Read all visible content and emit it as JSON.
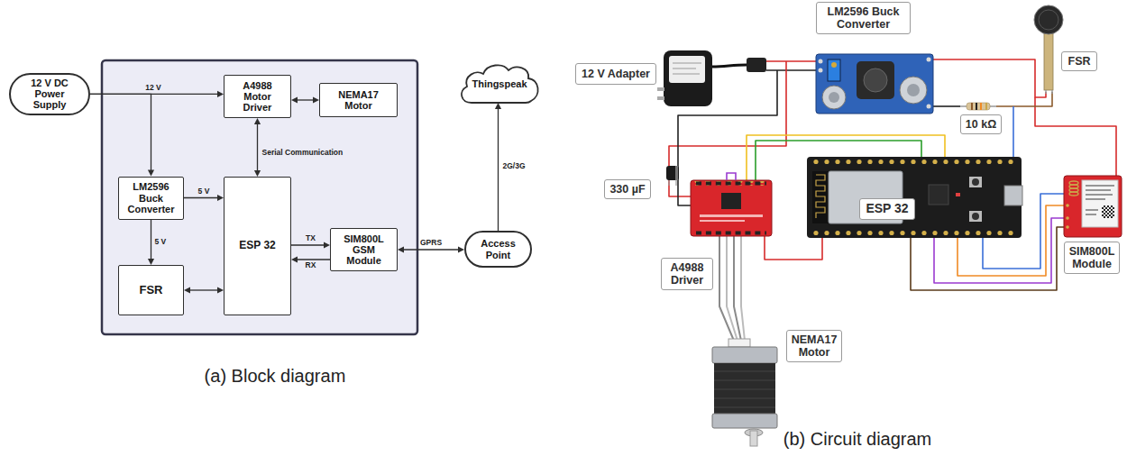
{
  "diagram": {
    "nodes": [
      {
        "text": [
          "12 V DC Power Supply"
        ]
      },
      {
        "text": [
          "A4988 Motor Driver"
        ]
      },
      {
        "text": [
          "NEMA17 Motor"
        ]
      },
      {
        "text": [
          "LM2596 Buck Converter"
        ]
      },
      {
        "text": [
          "ESP 32"
        ]
      },
      {
        "text": [
          "SIM800L GSM Module"
        ]
      },
      {
        "text": [
          "FSR"
        ]
      },
      {
        "text": [
          "Access Point"
        ]
      },
      {
        "text": [
          "Thingspeak"
        ]
      },
      {
        "text": [
          "12 V Adapter"
        ]
      },
      {
        "text": [
          "LM2596 Buck Converter"
        ]
      },
      {
        "text": [
          "FSR"
        ]
      },
      {
        "text": [
          "10 kΩ"
        ]
      },
      {
        "text": [
          "330 µF"
        ]
      },
      {
        "text": [
          "ESP 32"
        ]
      },
      {
        "text": [
          "A4988 Driver"
        ]
      },
      {
        "text": [
          "NEMA17 Motor"
        ]
      },
      {
        "text": [
          "SIM800L Module"
        ]
      }
    ],
    "edges": [
      {
        "from": 0,
        "to": 1,
        "arrow": "to",
        "label": "12 V"
      },
      {
        "from": 0,
        "to": 3,
        "arrow": "to"
      },
      {
        "from": 1,
        "to": 2,
        "arrow": "both"
      },
      {
        "from": 1,
        "to": 4,
        "arrow": "both",
        "label": "Serial Communication"
      },
      {
        "from": 3,
        "to": 4,
        "arrow": "to",
        "label": "5 V"
      },
      {
        "from": 3,
        "to": 6,
        "arrow": "to",
        "label": "5 V"
      },
      {
        "from": 6,
        "to": 4,
        "arrow": "both"
      },
      {
        "from": 4,
        "to": 5,
        "arrow": "to",
        "label": "TX"
      },
      {
        "from": 5,
        "to": 4,
        "arrow": "to",
        "label": "RX"
      },
      {
        "from": 5,
        "to": 7,
        "arrow": "both",
        "label": "GPRS"
      },
      {
        "from": 7,
        "to": 8,
        "arrow": "to",
        "label": "2G/3G"
      }
    ],
    "labels": [
      "(a) Block diagram",
      "(b) Circuit diagram"
    ]
  }
}
